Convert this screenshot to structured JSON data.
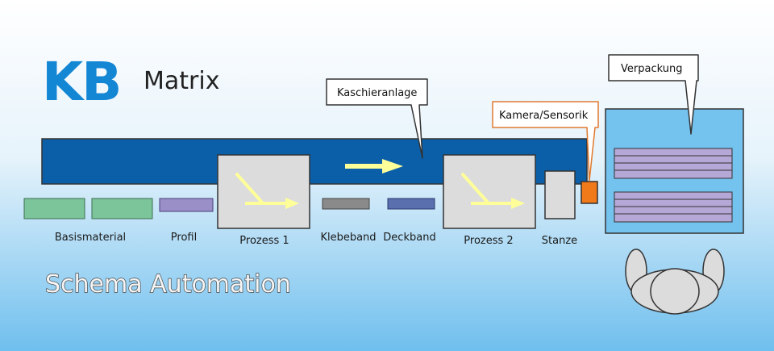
{
  "logo": {
    "kb": "KB",
    "matrix": "Matrix"
  },
  "title": "Schema Automation",
  "callouts": {
    "kaschieranlage": "Kaschieranlage",
    "kamera": "Kamera/Sensorik",
    "verpackung": "Verpackung"
  },
  "labels": {
    "basismaterial": "Basismaterial",
    "profil": "Profil",
    "prozess1": "Prozess 1",
    "klebeband": "Klebeband",
    "deckband": "Deckband",
    "prozess2": "Prozess 2",
    "stanze": "Stanze"
  },
  "colors": {
    "background_top": "#ffffff",
    "background_bottom": "#6fbfee",
    "conveyor": "#0b5fa8",
    "basismaterial": "#7cc49a",
    "profil": "#9a8fc6",
    "klebeband": "#8a8a8a",
    "deckband": "#5a6fae",
    "process_box": "#dcdcdc",
    "arrow": "#ffff99",
    "sensor": "#f07a1a",
    "packaging": "#74c2ee",
    "stack": "#b5a7d6",
    "logo": "#1386d4"
  }
}
